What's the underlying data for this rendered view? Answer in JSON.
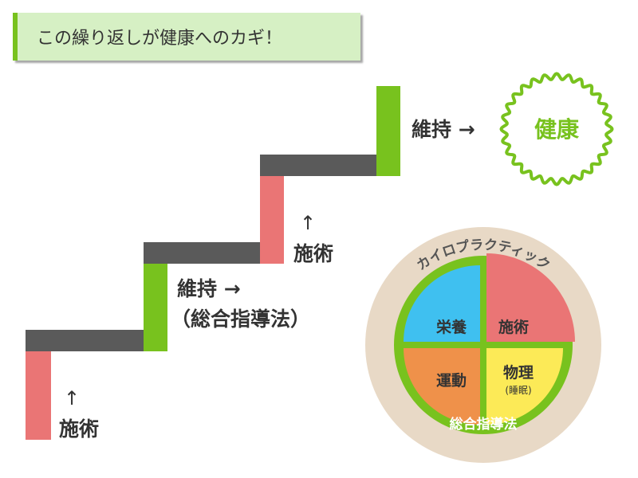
{
  "banner": {
    "text": "この繰り返しが健康へのカギ！"
  },
  "steps": {
    "up_arrow": "↑",
    "treatment": "施術",
    "maintain_arrow": "維持 →",
    "maintain_note": "（総合指導法）",
    "maintain_top": "維持 →"
  },
  "goal": {
    "label": "健康"
  },
  "pie": {
    "outer_label": "カイロプラクティック",
    "bottom_label": "総合指導法",
    "nutrition": "栄養",
    "treatment": "施術",
    "exercise": "運動",
    "physical": "物理",
    "sleep": "(睡眠)"
  },
  "colors": {
    "accent_green": "#78c21e",
    "pink": "#ea7575",
    "gray": "#5a5a5a",
    "beige": "#e8d9c6",
    "blue": "#3fc0f0",
    "orange": "#ef914a",
    "yellow": "#fcea57"
  }
}
